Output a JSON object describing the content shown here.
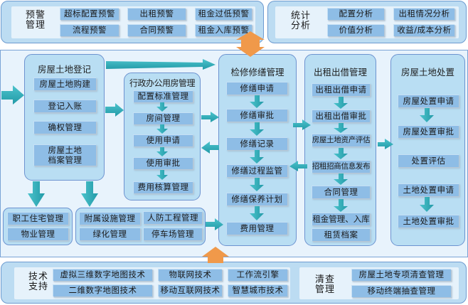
{
  "top_left": {
    "title_line1": "预警",
    "title_line2": "管理",
    "items": [
      "超标配置预警",
      "出租预警",
      "租金过低预警",
      "流程预警",
      "合同预警",
      "租金入库预警"
    ]
  },
  "top_right": {
    "title_line1": "统计",
    "title_line2": "分析",
    "items": [
      "配置分析",
      "出租情况分析",
      "价值分析",
      "收益/成本分析"
    ]
  },
  "registration": {
    "title": "房屋土地登记",
    "items": [
      "房屋土地购建",
      "登记入账",
      "确权管理"
    ],
    "archive_line1": "房屋土地",
    "archive_line2": "档案管理"
  },
  "office": {
    "title": "行政办公用房管理",
    "items": [
      "配置标准管理",
      "房间管理",
      "使用申请",
      "使用审批",
      "费用核算管理"
    ]
  },
  "staff_housing": {
    "items": [
      "职工住宅管理",
      "物业管理"
    ]
  },
  "facilities": {
    "items": [
      "附属设施管理",
      "人防工程管理",
      "绿化管理",
      "停车场管理"
    ]
  },
  "repair": {
    "title": "检修修缮管理",
    "items": [
      "修缮申请",
      "修缮审批",
      "修缮记录",
      "修缮过程监管",
      "修缮保养计划",
      "费用管理"
    ]
  },
  "rental": {
    "title": "出租出借管理",
    "items": [
      "出租出借申请",
      "出租出借审批",
      "房屋土地资产评估",
      "招租招商信息发布",
      "合同管理",
      "租金管理、入库",
      "租赁档案"
    ]
  },
  "disposal": {
    "title": "房屋土地处置",
    "items": [
      "房屋处置申请",
      "房屋处置审批",
      "处置评估",
      "土地处置申请",
      "土地处置审批"
    ]
  },
  "tech": {
    "title_line1": "技术",
    "title_line2": "支持",
    "items": [
      "虚拟三维数字地图技术",
      "物联网技术",
      "工作流引擎",
      "二维数字地图技术",
      "移动互联网技术",
      "智慧城市技术"
    ]
  },
  "audit": {
    "title_line1": "清查",
    "title_line2": "管理",
    "items": [
      "房屋土地专项清查管理",
      "移动终端抽查管理"
    ]
  },
  "colors": {
    "arrow_teal": "#2fb1bd",
    "arrow_orange": "#f0994a",
    "box_fill": "#8ebde6",
    "group_fill": "#b9def3",
    "border": "#6d93d0"
  }
}
